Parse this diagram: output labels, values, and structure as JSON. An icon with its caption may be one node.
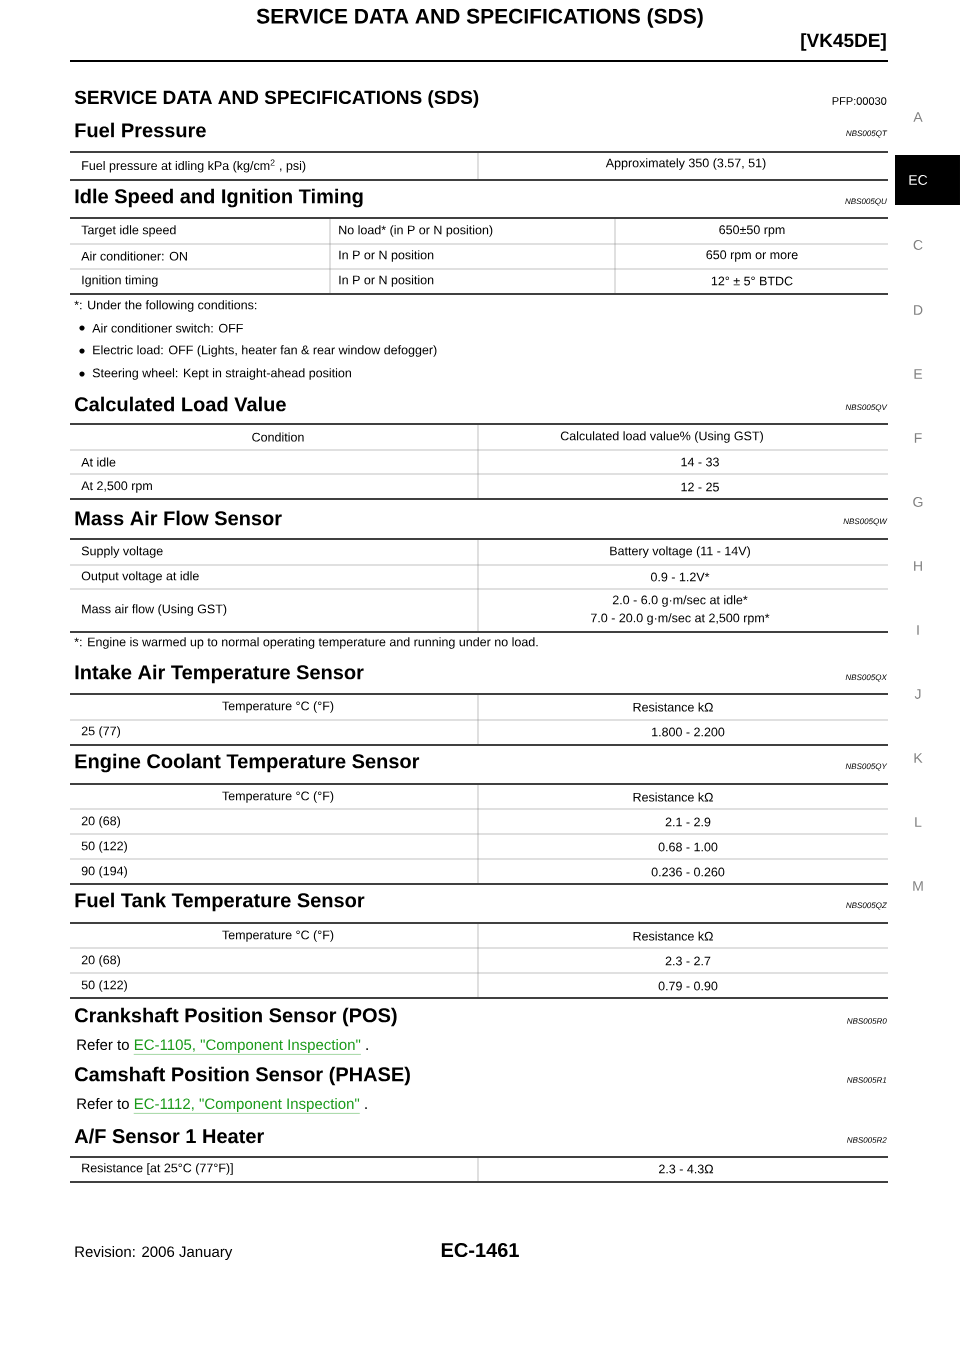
{
  "diagram": {
    "title": "SERVICE DATA AND SPECIFICATIONS (SDS)",
    "labels": [
      "[VK45DE]",
      "SERVICE DATA AND SPECIFICATIONS (SDS)",
      "PFP:00030",
      "Fuel Pressure",
      "NBS005QT",
      "Fuel pressure at idling kPa (kg/cm$^{2}$ , psi)",
      "Approximately 350 (3.57, 51)",
      "Idle Speed and Ignition Timing",
      "NBS005QU",
      "Target idle speed",
      "No load*  (in P or N position)",
      "650±50 rpm",
      "Air conditioner: ON",
      "In P or N position",
      "650 rpm or more",
      "Ignition timing",
      "In P or N position",
      "12° ± 5° BTDC",
      "*: Under the following conditions:",
      "Air conditioner switch: OFF",
      "Electric load: OFF (Lights, heater fan & rear window defogger)",
      "Steering wheel: Kept in straight-ahead position",
      "Calculated Load Value",
      "NBS005QV",
      "Condition",
      "Calculated load value% (Using GST)",
      "At idle",
      "14 - 33",
      "At 2,500 rpm",
      "12 - 25",
      "Mass Air Flow Sensor",
      "NBS005QW",
      "Supply voltage",
      "Battery voltage (11 - 14V)",
      "Output voltage at idle",
      "0.9 - 1.2V*",
      "Mass air flow (Using GST)",
      "2.0 - 6.0 g·m/sec at idle*",
      "7.0 - 20.0 g·m/sec at 2,500 rpm*",
      "*: Engine is warmed up to normal operating temperature and running under no load.",
      "Intake Air Temperature Sensor",
      "NBS005QX",
      "Temperature °C (°F)",
      "Resistance kΩ",
      "25 (77)",
      "1.800 - 2.200",
      "Engine Coolant Temperature Sensor",
      "NBS005QY",
      "Temperature °C (°F)",
      "Resistance kΩ",
      "20 (68)",
      "2.1 - 2.9",
      "50 (122)",
      "0.68 - 1.00",
      "90 (194)",
      "0.236 - 0.260",
      "Fuel Tank Temperature Sensor",
      "NBS005QZ",
      "Temperature °C (°F)",
      "Resistance kΩ",
      "20 (68)",
      "2.3 - 2.7",
      "50 (122)",
      "0.79 - 0.90",
      "Crankshaft Position Sensor (POS)",
      "NBS005R0",
      "Refer to",
      "EC-1105, \"Component Inspection\"",
      ".",
      "Camshaft Position Sensor (PHASE)",
      "NBS005R1",
      "Refer to",
      "EC-1112, \"Component Inspection\"",
      ".",
      "A/F Sensor 1 Heater",
      "NBS005R2",
      "Resistance [at 25°C (77°F)]",
      "2.3 - 4.3Ω",
      "Revision: 2006 January",
      "EC-1461",
      "A",
      "EC",
      "C",
      "D",
      "E",
      "F",
      "G",
      "H",
      "I",
      "J",
      "K",
      "L",
      "M"
    ]
  }
}
